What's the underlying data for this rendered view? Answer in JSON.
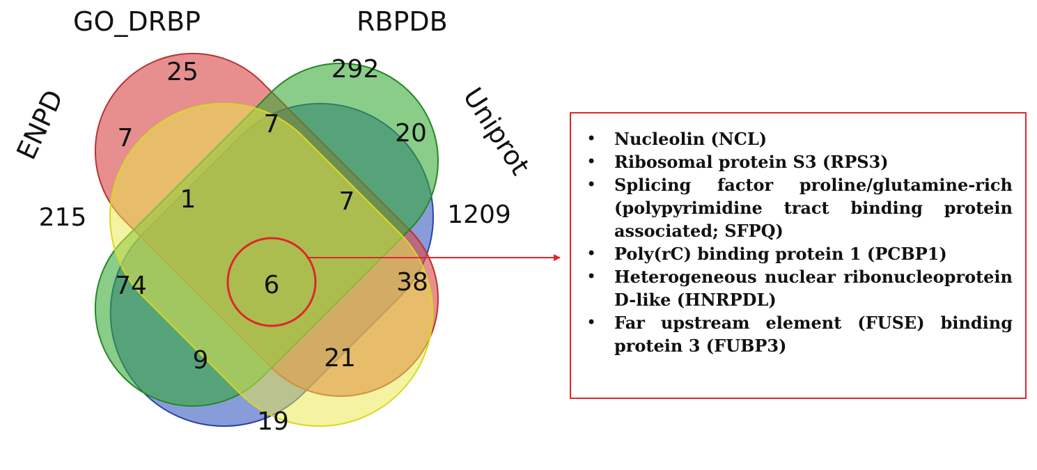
{
  "sets": [
    {
      "name": "ENPD",
      "color": "#3f5fc4"
    },
    {
      "name": "GO_DRBP",
      "color": "#d94a4a"
    },
    {
      "name": "RBPDB",
      "color": "#33a833"
    },
    {
      "name": "Uniprot",
      "color": "#e8e84a"
    }
  ],
  "regions": {
    "go_drbp_only": "25",
    "rbpdb_only": "292",
    "enpd_go": "7",
    "go_rbpdb": "7",
    "rbpdb_uniprot": "20",
    "enpd_only": "215",
    "enpd_go_rbpdb": "1",
    "go_rbpdb_uniprot": "7",
    "uniprot_only": "1209",
    "enpd_rbpdb": "74",
    "all_four": "6",
    "go_uniprot": "38",
    "enpd_rbpdb_uniprot": "9",
    "enpd_go_uniprot": "21",
    "enpd_uniprot": "19"
  },
  "highlight_color": "#e0262b",
  "proteins": [
    "Nucleolin (NCL)",
    "Ribosomal protein S3 (RPS3)",
    "Splicing factor proline/glutamine-rich (polypyrimidine tract binding protein associated; SFPQ)",
    "Poly(rC) binding protein 1 (PCBP1)",
    "Heterogeneous nuclear ribonucleoprotein D-like (HNRPDL)",
    "Far upstream element (FUSE) binding protein 3 (FUBP3)"
  ]
}
